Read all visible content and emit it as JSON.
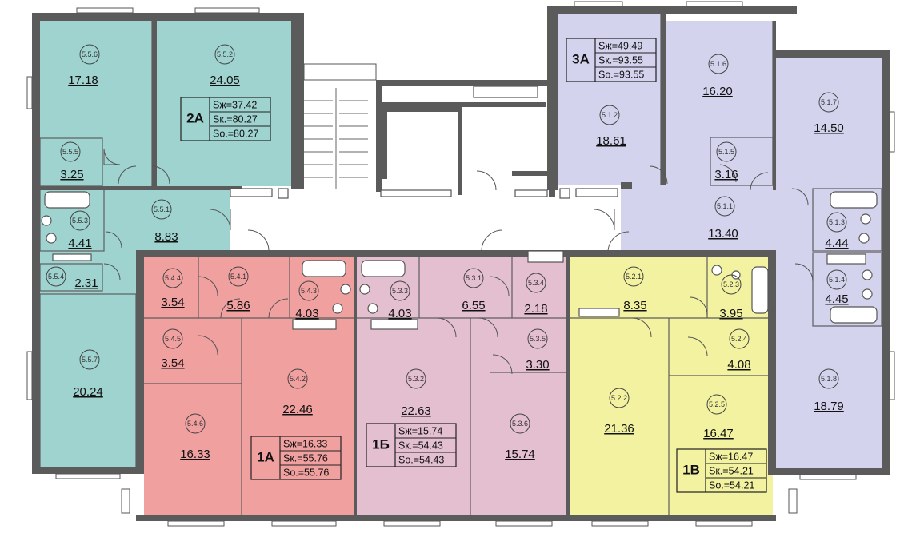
{
  "colors": {
    "apt_2A": "#9fd3cf",
    "apt_3A": "#d3d3ee",
    "apt_1A": "#f1a0a0",
    "apt_1B_cyr": "#e3bfd0",
    "apt_1V": "#f2f2a0",
    "wall": "#5b5b5b",
    "corridor": "#ffffff"
  },
  "apartments": [
    {
      "code": "2A",
      "s_zh": "Sж=37.42",
      "s_k": "Sк.=80.27",
      "s_o": "Sо.=80.27"
    },
    {
      "code": "3A",
      "s_zh": "Sж=49.49",
      "s_k": "Sк.=93.55",
      "s_o": "Sо.=93.55"
    },
    {
      "code": "1A",
      "s_zh": "Sж=16.33",
      "s_k": "Sк.=55.76",
      "s_o": "Sо.=55.76"
    },
    {
      "code": "1Б",
      "s_zh": "Sж=15.74",
      "s_k": "Sк.=54.43",
      "s_o": "Sо.=54.43"
    },
    {
      "code": "1В",
      "s_zh": "Sж=16.47",
      "s_k": "Sк.=54.21",
      "s_o": "Sо.=54.21"
    }
  ],
  "rooms": [
    {
      "id": "5.5.6",
      "area": "17.18"
    },
    {
      "id": "5.5.2",
      "area": "24.05"
    },
    {
      "id": "5.5.5",
      "area": "3.25"
    },
    {
      "id": "5.5.1",
      "area": "8.83"
    },
    {
      "id": "5.5.3",
      "area": "4.41"
    },
    {
      "id": "5.5.4",
      "area": "2.31"
    },
    {
      "id": "5.5.7",
      "area": "20.24"
    },
    {
      "id": "5.1.2",
      "area": "18.61"
    },
    {
      "id": "5.1.6",
      "area": "16.20"
    },
    {
      "id": "5.1.7",
      "area": "14.50"
    },
    {
      "id": "5.1.5",
      "area": "3.16"
    },
    {
      "id": "5.1.1",
      "area": "13.40"
    },
    {
      "id": "5.1.3",
      "area": "4.44"
    },
    {
      "id": "5.1.4",
      "area": "4.45"
    },
    {
      "id": "5.1.8",
      "area": "18.79"
    },
    {
      "id": "5.4.4",
      "area": "3.54"
    },
    {
      "id": "5.4.1",
      "area": "5.86"
    },
    {
      "id": "5.4.3",
      "area": "4.03"
    },
    {
      "id": "5.4.5",
      "area": "3.54"
    },
    {
      "id": "5.4.2",
      "area": "22.46"
    },
    {
      "id": "5.4.6",
      "area": "16.33"
    },
    {
      "id": "5.3.3",
      "area": "4.03"
    },
    {
      "id": "5.3.1",
      "area": "6.55"
    },
    {
      "id": "5.3.4",
      "area": "2.18"
    },
    {
      "id": "5.3.5",
      "area": "3.30"
    },
    {
      "id": "5.3.2",
      "area": "22.63"
    },
    {
      "id": "5.3.6",
      "area": "15.74"
    },
    {
      "id": "5.2.1",
      "area": "8.35"
    },
    {
      "id": "5.2.3",
      "area": "3.95"
    },
    {
      "id": "5.2.4",
      "area": "4.08"
    },
    {
      "id": "5.2.2",
      "area": "21.36"
    },
    {
      "id": "5.2.5",
      "area": "16.47"
    }
  ]
}
